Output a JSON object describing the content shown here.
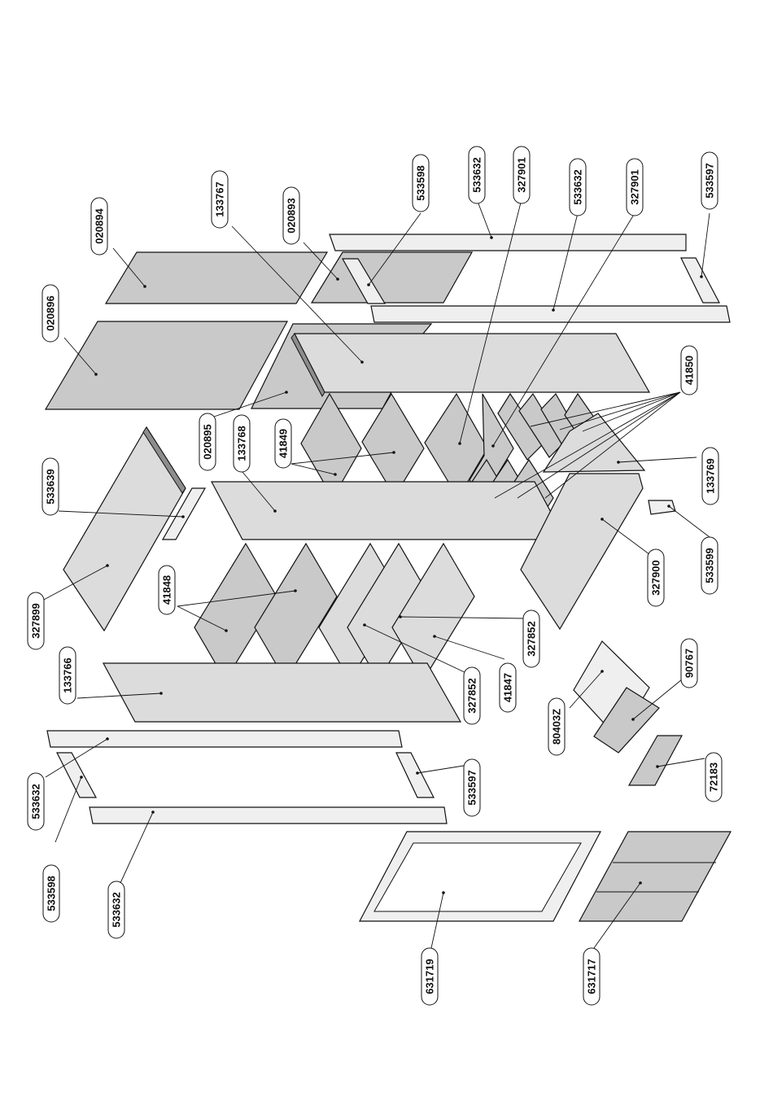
{
  "labels": {
    "l020894": "020894",
    "l020896": "020896",
    "l133767": "133767",
    "l020893": "020893",
    "l533598a": "533598",
    "l533632a": "533632",
    "l327901a": "327901",
    "l533632b": "533632",
    "l327901b": "327901",
    "l533597a": "533597",
    "l41850": "41850",
    "l020895": "020895",
    "l133768": "133768",
    "l41849": "41849",
    "l133769": "133769",
    "l533639": "533639",
    "l533599": "533599",
    "l327900": "327900",
    "l41848": "41848",
    "l327899": "327899",
    "l327852a": "327852",
    "l133766": "133766",
    "l327852b": "327852",
    "l41847": "41847",
    "l90767": "90767",
    "l80403Z": "80403Z",
    "l72183": "72183",
    "l533632c": "533632",
    "l533597b": "533597",
    "l533598b": "533598",
    "l533632d": "533632",
    "l631719": "631719",
    "l631717": "631717"
  }
}
